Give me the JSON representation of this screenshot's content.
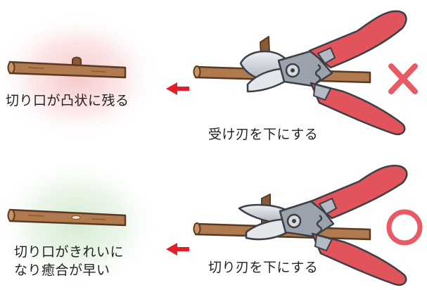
{
  "wrong": {
    "result_label": "切り口が凸状に残る",
    "method_label": "受け刃を下にする",
    "mark_icon": "cross-mark-icon",
    "mark_color": "#e85a64",
    "glow_color": "#f8cfd1"
  },
  "correct": {
    "result_label_line1": "切り口がきれいに",
    "result_label_line2": "なり癒合が早い",
    "method_label": "切り刃を下にする",
    "mark_icon": "circle-mark-icon",
    "mark_color": "#e85a64",
    "glow_color": "#d8ecd4"
  },
  "colors": {
    "arrow": "#e3202a",
    "branch": "#b07a4e",
    "branch_dark": "#5a3a22",
    "handle": "#e2545b",
    "blade": "#c9ced6"
  }
}
